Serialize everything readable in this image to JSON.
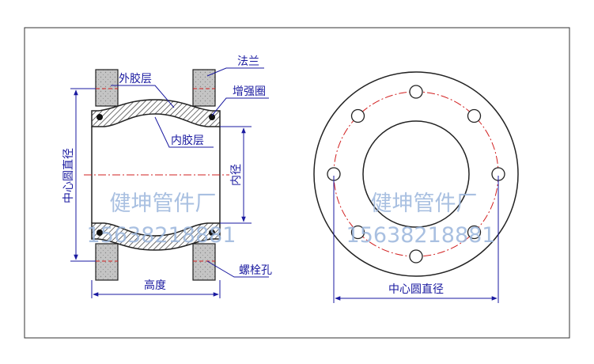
{
  "labels": {
    "flange": "法兰",
    "outer_rubber": "外胶层",
    "reinforcement_ring": "增强圈",
    "inner_rubber": "内胶层",
    "inner_diameter": "内径",
    "center_circle_diameter_left": "中心圆直径",
    "height": "高度",
    "bolt_hole": "螺栓孔",
    "center_circle_diameter_right": "中心圆直径"
  },
  "watermark": {
    "company_left": "健坤管件厂",
    "phone_left": "15638218881",
    "company_right": "健坤管件厂",
    "phone_right": "15638218881"
  },
  "colors": {
    "outline": "#1a1a1a",
    "dimension": "#1a1aa0",
    "centerline": "#d22020",
    "flange_fill": "#c0c0c0",
    "watermark": "#9bb6dc"
  }
}
